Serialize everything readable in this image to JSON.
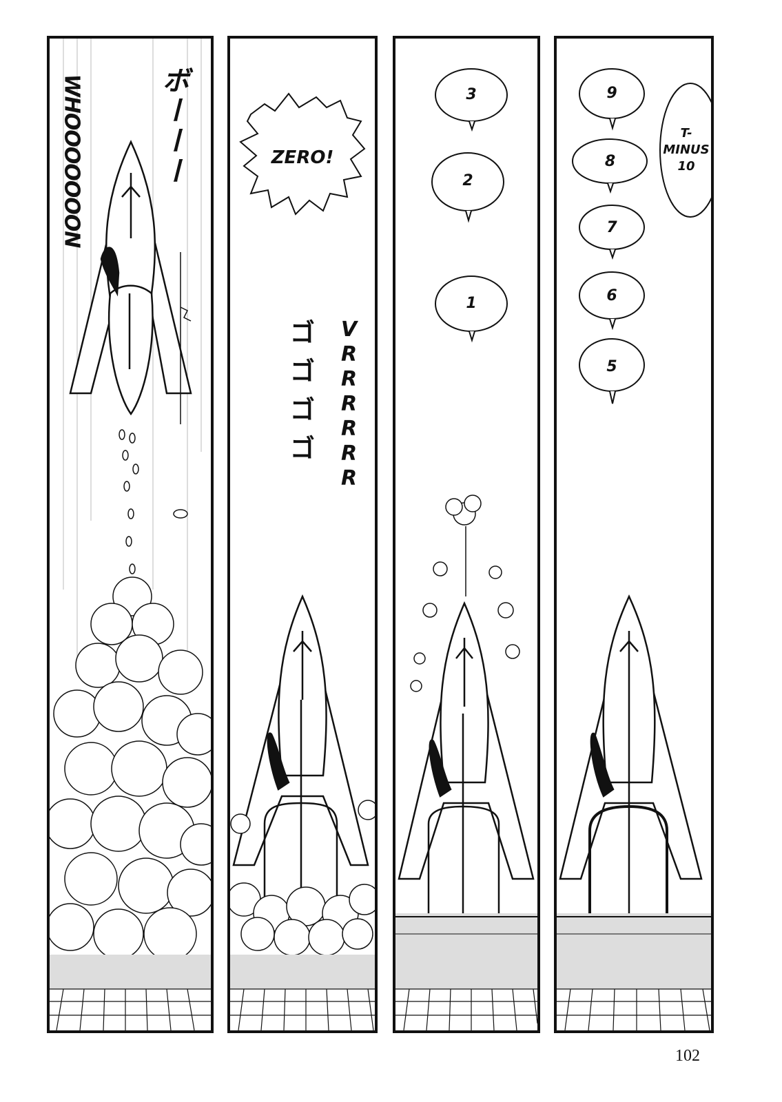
{
  "panels": {
    "launch": {
      "sfx_en": "WHOOOOOOON",
      "sfx_jp": "ボーーー"
    },
    "zero": {
      "shout": "ZERO!",
      "sfx_en": [
        "V",
        "R",
        "R",
        "R",
        "R",
        "R",
        "R"
      ],
      "sfx_jp": [
        "ゴ",
        "ゴ",
        "ゴ",
        "ゴ"
      ]
    },
    "countdown_low": {
      "bubbles": [
        "3",
        "2",
        "1"
      ]
    },
    "countdown_high": {
      "bubbles": [
        "9",
        "8",
        "7",
        "6",
        "5"
      ],
      "tminus": "T-\nMINUS\n10"
    }
  },
  "page_number": "102"
}
